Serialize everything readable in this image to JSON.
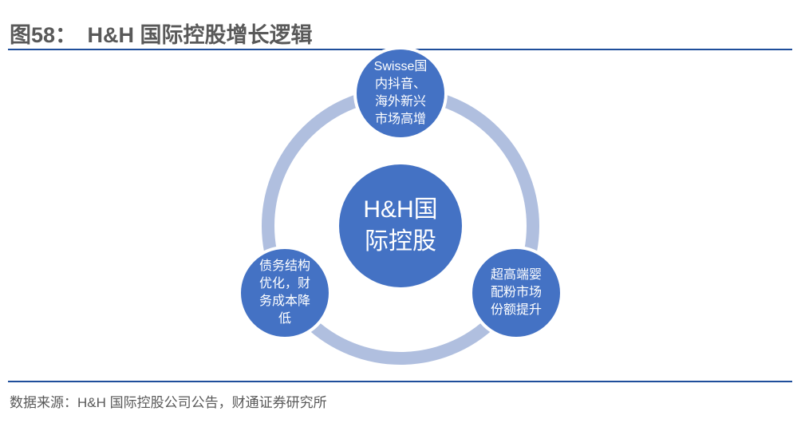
{
  "title": "图58：　H&H 国际控股增长逻辑",
  "diagram": {
    "center": "H&H国际控股",
    "top": "Swisse国内抖音、海外新兴市场高增",
    "bottom_right": "超高端婴配粉市场份额提升",
    "bottom_left": "债务结构优化，财务成本降低"
  },
  "source": "数据来源：H&H 国际控股公司公告，财通证券研究所",
  "colors": {
    "node": "#4472c4",
    "ring": "#b0bfdf",
    "rule": "#1f4e9b"
  }
}
